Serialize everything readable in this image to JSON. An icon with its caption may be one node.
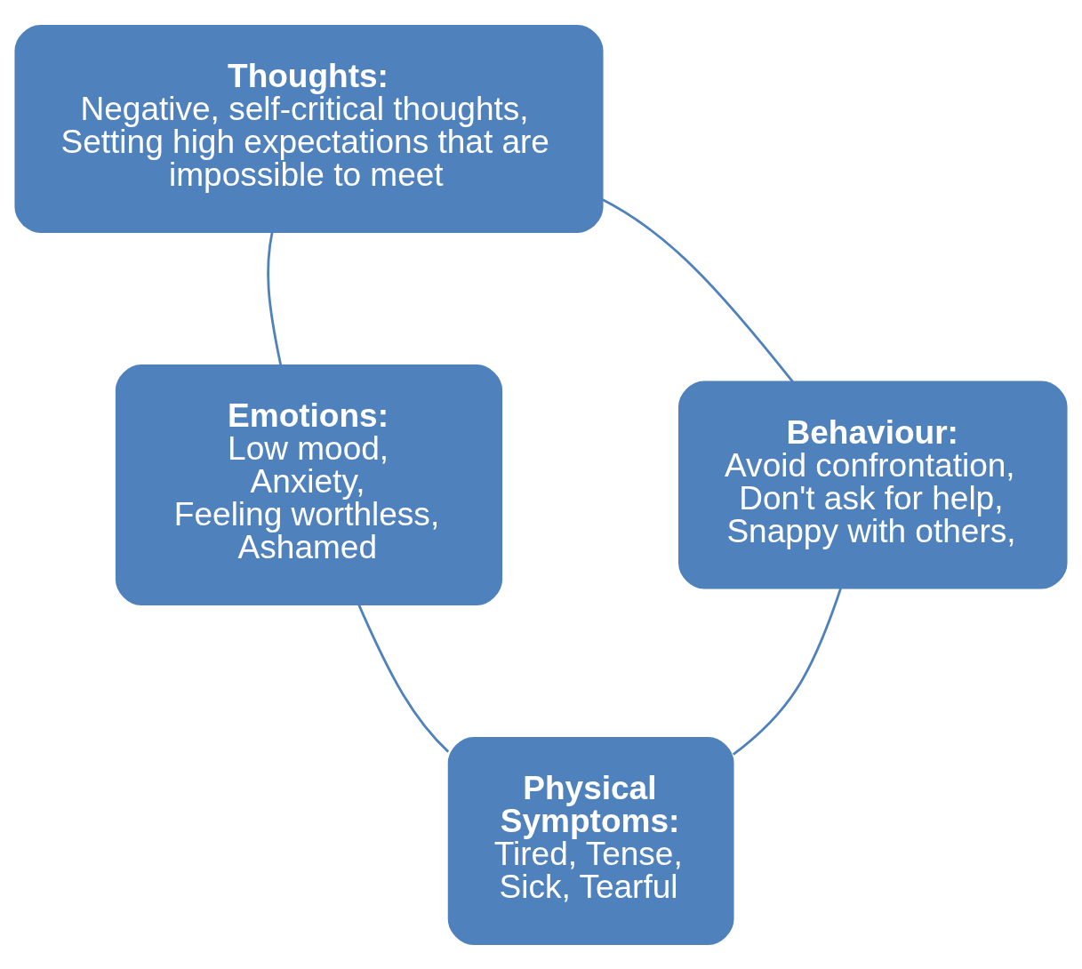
{
  "diagram": {
    "nodes": [
      {
        "text": [
          "Thoughts:",
          "Negative, self-critical thoughts,",
          "Setting high expectations that are impossible to meet"
        ]
      },
      {
        "text": [
          "Emotions:",
          "Low mood,",
          "Anxiety,",
          "Feeling worthless,",
          "Ashamed"
        ]
      },
      {
        "text": [
          "Physical Symptoms:",
          "Tired, Tense,",
          "Sick, Tearful"
        ]
      },
      {
        "text": [
          "Behaviour:",
          "Avoid confrontation,",
          "Don't ask for help,",
          "Snappy with others,"
        ]
      }
    ],
    "edges": [
      {
        "from": 0,
        "to": 1,
        "arrow": "none"
      },
      {
        "from": 1,
        "to": 2,
        "arrow": "none"
      },
      {
        "from": 2,
        "to": 3,
        "arrow": "none"
      },
      {
        "from": 3,
        "to": 0,
        "arrow": "none"
      }
    ]
  }
}
